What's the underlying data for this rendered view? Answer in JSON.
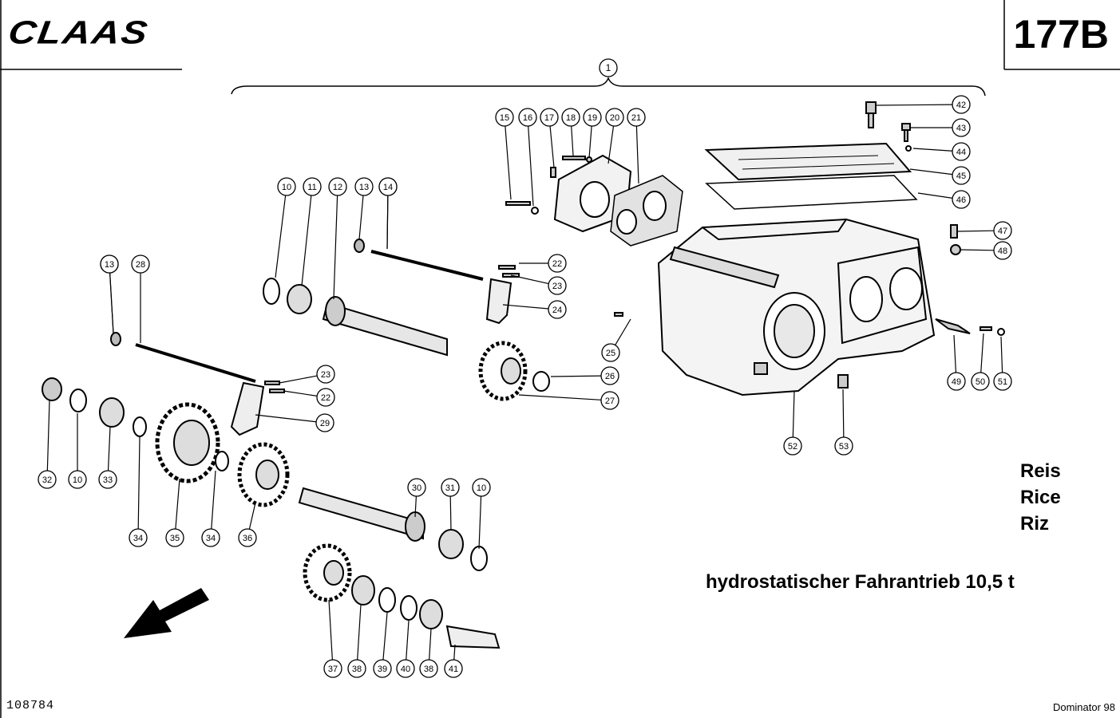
{
  "header": {
    "brand": "CLAAS",
    "page_code": "177B"
  },
  "crop_names": [
    "Reis",
    "Rice",
    "Riz"
  ],
  "assembly_description": "hydrostatischer Fahrantrieb 10,5 t",
  "drawing_number": "108784",
  "model": "Dominator 98",
  "part_callouts": [
    "1",
    "10",
    "11",
    "12",
    "13",
    "14",
    "15",
    "16",
    "17",
    "18",
    "19",
    "20",
    "21",
    "22",
    "23",
    "24",
    "25",
    "26",
    "27",
    "28",
    "29",
    "30",
    "31",
    "32",
    "33",
    "34",
    "35",
    "36",
    "37",
    "38",
    "39",
    "40",
    "41",
    "42",
    "43",
    "44",
    "45",
    "46",
    "47",
    "48",
    "49",
    "50",
    "51",
    "52",
    "53"
  ]
}
